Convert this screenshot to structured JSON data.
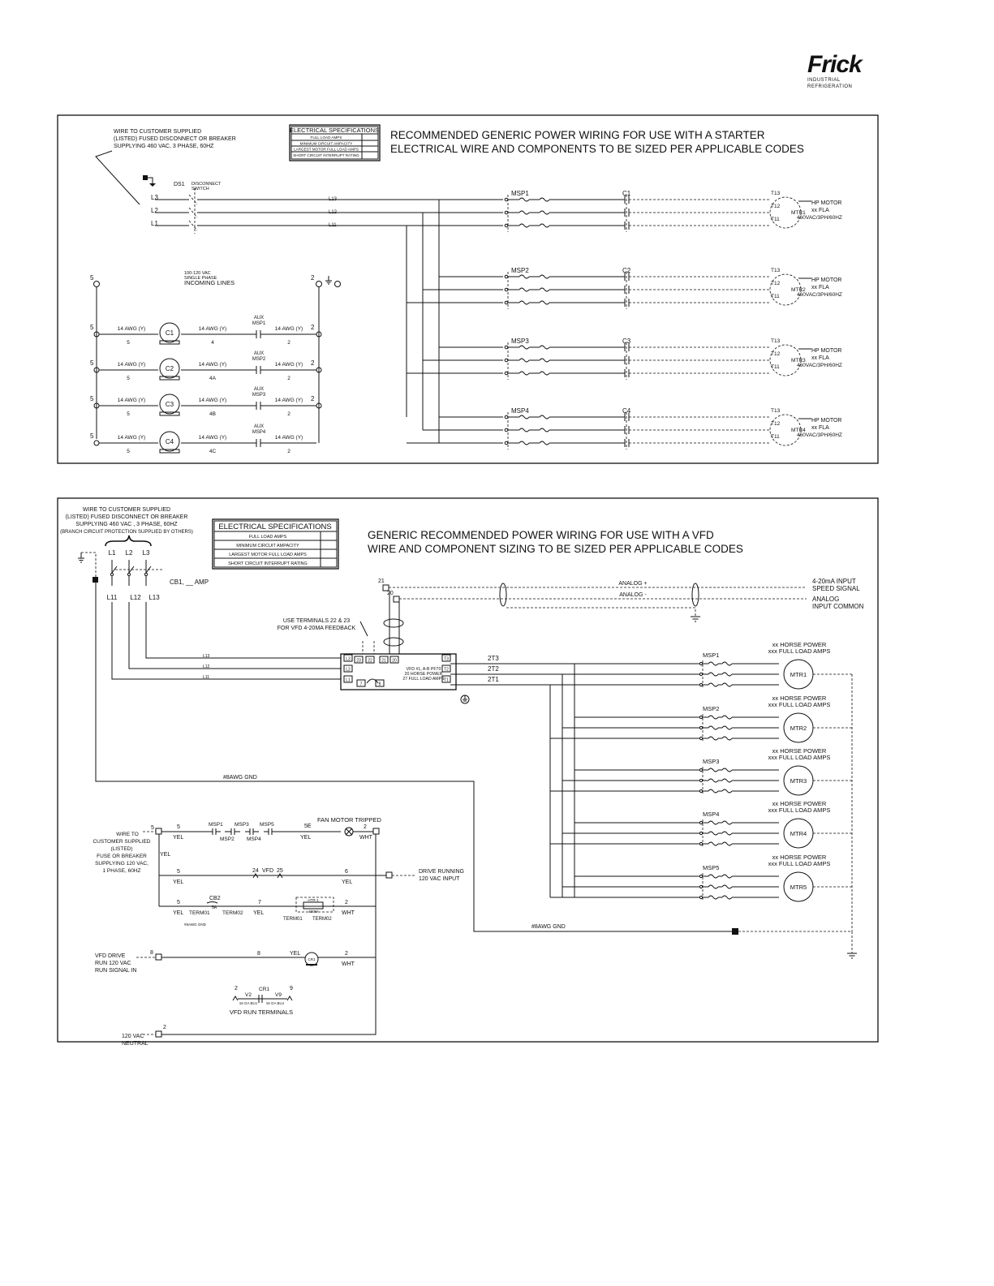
{
  "brand": {
    "name": "Frick",
    "tagline": "INDUSTRIAL REFRIGERATION"
  },
  "starter": {
    "title_line1": "RECOMMENDED GENERIC POWER WIRING FOR USE WITH A STARTER",
    "title_line2": "ELECTRICAL WIRE AND COMPONENTS TO BE SIZED PER APPLICABLE CODES",
    "note": [
      "WIRE TO CUSTOMER SUPPLIED",
      "(LISTED) FUSED DISCONNECT OR BREAKER",
      "SUPPLYING 460 VAC, 3 PHASE, 60HZ"
    ],
    "spec_table": {
      "header": "ELECTRICAL SPECIFICATIONS",
      "rows": [
        "FULL LOAD AMPS",
        "MINIMUM CIRCUIT AMPACITY",
        "LARGEST MOTOR FULL LOAD AMPS",
        "SHORT CIRCUIT INTERRUPT RATING"
      ]
    },
    "disconnect": {
      "tag": "DS1",
      "label": [
        "DISCONNECT",
        "SWITCH"
      ]
    },
    "lines": [
      "L3",
      "L2",
      "L1"
    ],
    "line_wires": [
      "L13",
      "L12",
      "L11"
    ],
    "motors": [
      {
        "msp": "MSP1",
        "contactor": "C1",
        "mtr": "MTR1"
      },
      {
        "msp": "MSP2",
        "contactor": "C2",
        "mtr": "MTR2"
      },
      {
        "msp": "MSP3",
        "contactor": "C3",
        "mtr": "MTR3"
      },
      {
        "msp": "MSP4",
        "contactor": "C4",
        "mtr": "MTR4"
      }
    ],
    "terminals": [
      "T13",
      "T12",
      "T11"
    ],
    "motor_rating": [
      "HP MOTOR",
      "xx FLA",
      "460VAC/3PH/60HZ"
    ],
    "control": {
      "incoming": [
        "100-120 VAC",
        "SINGLE PHASE",
        "INCOMING LINES"
      ],
      "left_terminal": "5",
      "right_terminal": "2",
      "wire": "14 AWG (Y)",
      "rungs": [
        {
          "coil": "C1",
          "mid": "4",
          "aux": [
            "AUX",
            "MSP1"
          ]
        },
        {
          "coil": "C2",
          "mid": "4A",
          "aux": [
            "AUX",
            "MSP2"
          ]
        },
        {
          "coil": "C3",
          "mid": "4B",
          "aux": [
            "AUX",
            "MSP3"
          ]
        },
        {
          "coil": "C4",
          "mid": "4C",
          "aux": [
            "AUX",
            "MSP4"
          ]
        }
      ]
    }
  },
  "vfd": {
    "title_line1": "GENERIC RECOMMENDED POWER WIRING FOR USE WITH A VFD",
    "title_line2": "WIRE AND COMPONENT SIZING TO BE SIZED PER APPLICABLE CODES",
    "note": [
      "WIRE TO CUSTOMER SUPPLIED",
      "(LISTED) FUSED DISCONNECT OR BREAKER",
      "SUPPLYING 460 VAC , 3 PHASE, 60HZ",
      "(BRANCH CIRCUIT PROTECTION SUPPLIED BY OTHERS)"
    ],
    "spec_table": {
      "header": "ELECTRICAL SPECIFICATIONS",
      "rows": [
        "FULL LOAD AMPS",
        "MINIMUM CIRCUIT AMPACITY",
        "LARGEST MOTOR FULL LOAD AMPS",
        "SHORT CIRCUIT INTERRUPT RATING"
      ]
    },
    "lines": [
      "L1",
      "L2",
      "L3"
    ],
    "line_wires": [
      "L11",
      "L12",
      "L13"
    ],
    "breaker": "CB1, __ AMP",
    "analog": {
      "plus": "ANALOG +",
      "minus": "ANALOG -",
      "t21": "21",
      "t20": "20",
      "input": [
        "4-20mA INPUT",
        "SPEED SIGNAL"
      ],
      "common": [
        "ANALOG",
        "INPUT COMMON"
      ]
    },
    "feedback": [
      "USE TERMINALS 22 & 23",
      "FOR VFD 4-20MA FEEDBACK"
    ],
    "drive": {
      "lines": [
        "VFD #1, A-B PF70",
        "20 HORSE POWER",
        "27 FULL LOAD AMPS"
      ],
      "in_terms": [
        "L3",
        "L2",
        "L1"
      ],
      "out_terms": [
        "T3",
        "T2",
        "T1"
      ],
      "top_terms": [
        "23",
        "22",
        "21",
        "20"
      ],
      "bottom_terms": [
        "7",
        "8"
      ]
    },
    "outputs": [
      "2T3",
      "2T2",
      "2T1"
    ],
    "motors": [
      {
        "msp": "MSP1",
        "mtr": "MTR1"
      },
      {
        "msp": "MSP2",
        "mtr": "MTR2"
      },
      {
        "msp": "MSP3",
        "mtr": "MTR3"
      },
      {
        "msp": "MSP4",
        "mtr": "MTR4"
      },
      {
        "msp": "MSP5",
        "mtr": "MTR5"
      }
    ],
    "motor_rating": [
      "xx HORSE POWER",
      "xxx FULL LOAD AMPS"
    ],
    "ground": "#8AWG GND",
    "ctrl": {
      "source": [
        "WIRE TO",
        "CUSTOMER SUPPLIED",
        "(LISTED)",
        "FUSE OR BREAKER",
        "SUPPLYING 120 VAC,",
        "1 PHASE, 60HZ"
      ],
      "yel": "YEL",
      "wht": "WHT",
      "fan_tripped": "FAN MOTOR TRIPPED",
      "msp_chain_top": [
        "MSP1",
        "MSP3",
        "MSP5"
      ],
      "msp_chain_bottom": [
        "MSP2",
        "MSP4"
      ],
      "num_5": "5",
      "num_5e": "5E",
      "num_2": "2",
      "num_6": "6",
      "num_7": "7",
      "num_8": "8",
      "num_24": "24",
      "vfd": "VFD",
      "num_25": "25",
      "drive_running": [
        "DRIVE RUNNING",
        "120 VAC INPUT"
      ],
      "cb2": "CB2",
      "cb2_rating": "5A",
      "term01": "TERM01",
      "term02": "TERM02",
      "heater": [
        "HTR-1",
        "400W"
      ],
      "gnd_small": "#8AWG GND",
      "run_signal": [
        "VFD DRIVE",
        "RUN 120 VAC",
        "RUN SIGNAL IN"
      ],
      "relay": "CR1",
      "run_terminals": {
        "left": "2",
        "v2": "V2",
        "cr1": "CR1",
        "v9": "V9",
        "right": "9",
        "wire": "16 GA BLU",
        "label": "VFD RUN TERMINALS"
      },
      "neutral": [
        "120 VAC",
        "NEUTRAL"
      ]
    }
  }
}
